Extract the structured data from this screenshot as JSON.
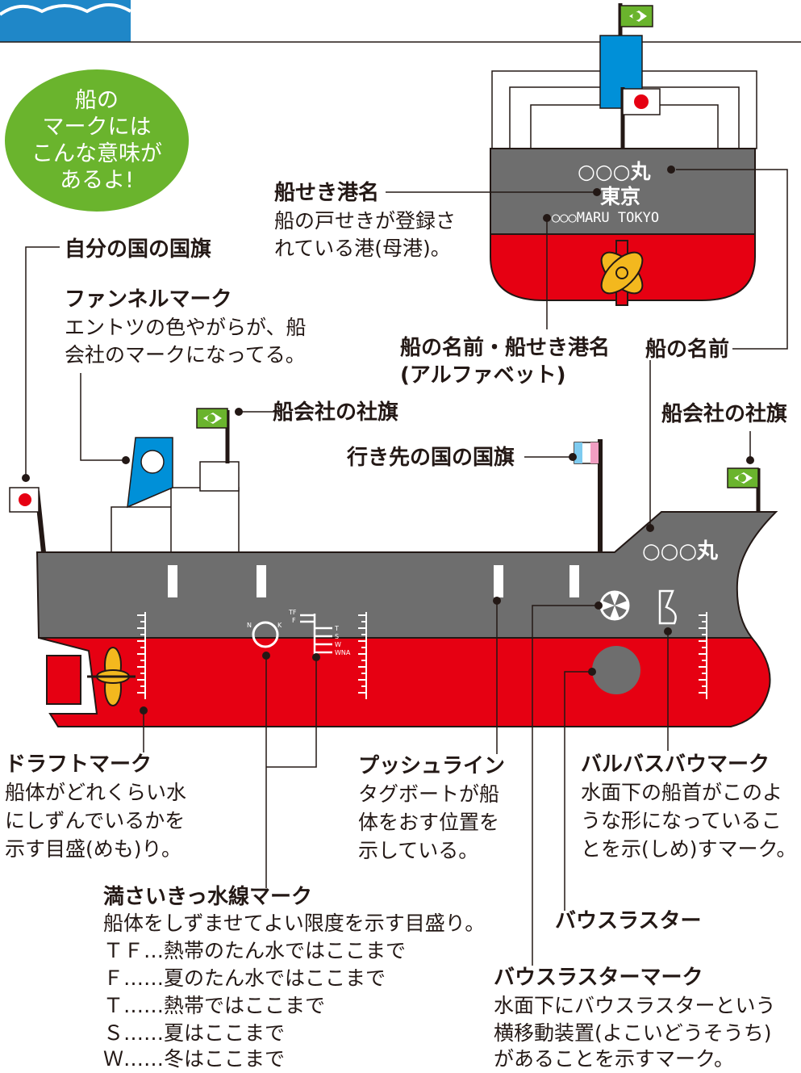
{
  "bubble": {
    "lines": [
      "船の",
      "マークには",
      "こんな意味が",
      "あるよ!"
    ]
  },
  "stern_view": {
    "name_kanji": "○○○丸",
    "port_kanji": "東京",
    "name_roman": "○○○MARU  TOKYO"
  },
  "bow_name": "○○○丸",
  "load_line_codes": [
    "TF",
    "F",
    "T",
    "S",
    "W",
    "WNA",
    "N",
    "K"
  ],
  "labels": {
    "port_of_registry": {
      "title": "船せき港名",
      "desc": [
        "船の戸せきが登録さ",
        "れている港(母港)。"
      ]
    },
    "own_flag": {
      "title": "自分の国の国旗"
    },
    "funnel_mark": {
      "title": "ファンネルマーク",
      "desc": [
        "エントツの色やがらが、船",
        "会社のマークになってる。"
      ]
    },
    "name_port_alpha": {
      "title": [
        "船の名前・船せき港名",
        "(アルファベット)"
      ]
    },
    "ship_name": {
      "title": "船の名前"
    },
    "company_flag_left": {
      "title": "船会社の社旗"
    },
    "company_flag_right": {
      "title": "船会社の社旗"
    },
    "destination_flag": {
      "title": "行き先の国の国旗"
    },
    "draft_mark": {
      "title": "ドラフトマーク",
      "desc": [
        "船体がどれくらい水",
        "にしずんでいるかを",
        "示す目盛(めも)り。"
      ]
    },
    "push_line": {
      "title": "プッシュライン",
      "desc": [
        "タグボートが船",
        "体をおす位置を",
        "示している。"
      ]
    },
    "bulbous_bow": {
      "title": "バルバスバウマーク",
      "desc": [
        "水面下の船首がこのよ",
        "うな形になっているこ",
        "とを示(しめ)すマーク。"
      ]
    },
    "load_line": {
      "title": "満さいきっ水線マーク",
      "desc": [
        "船体をしずませてよい限度を示す目盛り。",
        "ＴＦ…熱帯のたん水ではここまで",
        "Ｆ……夏のたん水ではここまで",
        "Ｔ……熱帯ではここまで",
        "Ｓ……夏はここまで",
        "Ｗ……冬はここまで"
      ]
    },
    "bow_thruster": {
      "title": "バウスラスター"
    },
    "bow_thruster_mark": {
      "title": "バウスラスターマーク",
      "desc": [
        "水面下にバウスラスターという",
        "横移動装置(よこいどうそうち)",
        "があることを示すマーク。"
      ]
    }
  },
  "colors": {
    "hull_gray": "#6e6e6e",
    "hull_red": "#e60012",
    "funnel_blue": "#0090d8",
    "flag_green": "#6ab42d",
    "header_blue": "#1f87c8",
    "propeller_yellow": "#f3b81e"
  }
}
